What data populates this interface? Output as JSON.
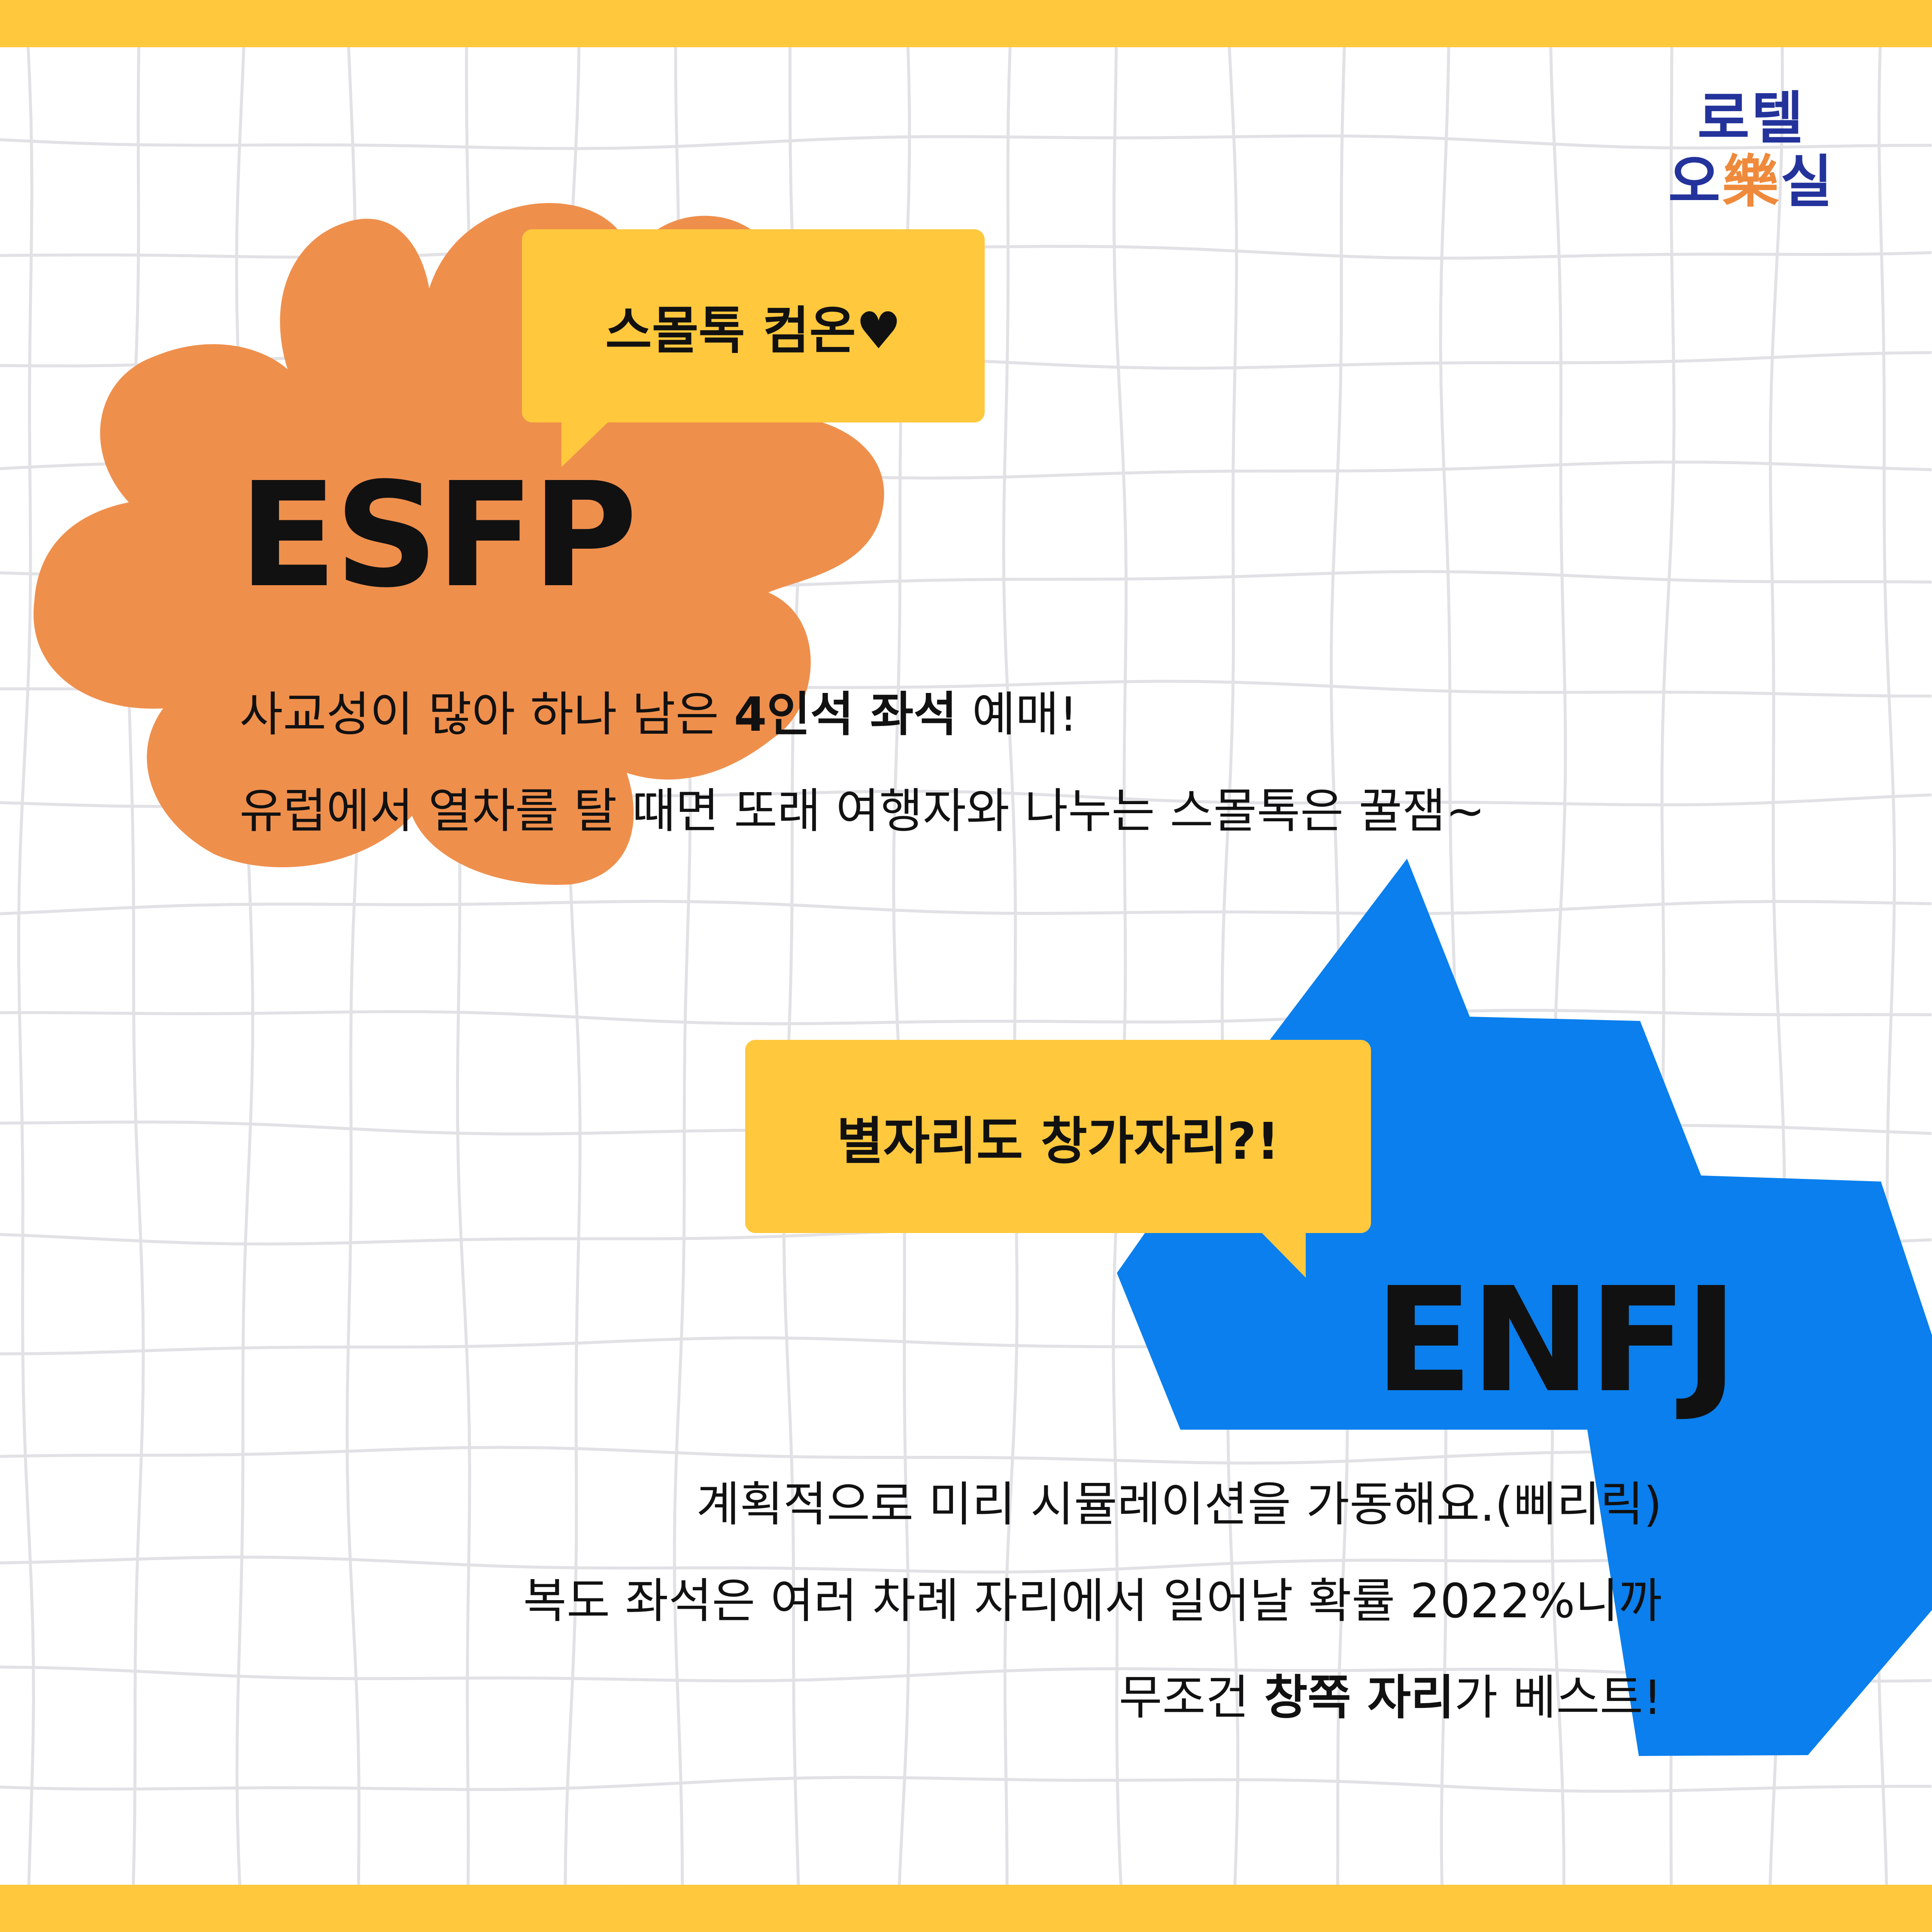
{
  "brand": {
    "logo_line1": [
      "로",
      "텔"
    ],
    "logo_line2": [
      "오",
      "樂",
      "실"
    ]
  },
  "colors": {
    "accent_yellow": "#ffc83d",
    "accent_orange": "#ef8a4c",
    "accent_blue": "#0a7fed",
    "logo_navy": "#23339b",
    "grid": "#e2e2e6",
    "text": "#111111"
  },
  "cards": [
    {
      "type": "ESFP",
      "bubble": "스몰톡 컴온♥",
      "shape": "orange-flower",
      "description": [
        {
          "pre": "사교성이 많아 하나 남은 ",
          "bold": "4인석 좌석",
          "post": " 예매!"
        },
        {
          "pre": "유럽에서 열차를 탈 때면 또래 여행자와 나누는 스몰톡은 꿀잼~",
          "bold": "",
          "post": ""
        }
      ]
    },
    {
      "type": "ENFJ",
      "bubble": "별자리도 창가자리?!",
      "shape": "blue-polygon",
      "description": [
        {
          "pre": "계획적으로 미리 시뮬레이션을 가동해요.(삐리릭)",
          "bold": "",
          "post": ""
        },
        {
          "pre": "복도 좌석은 여러 차례 자리에서 일어날 확률 2022%니까",
          "bold": "",
          "post": ""
        },
        {
          "pre": "무조건 ",
          "bold": "창쪽 자리",
          "post": "가 베스트!"
        }
      ]
    }
  ]
}
